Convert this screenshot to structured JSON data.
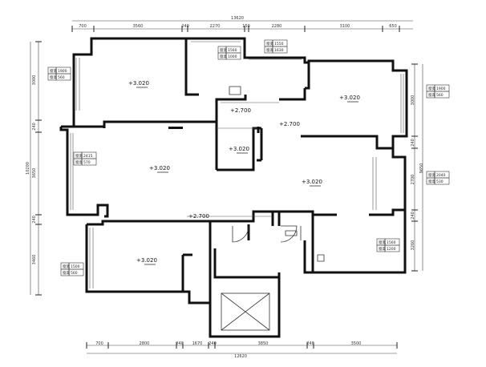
{
  "dimensions": {
    "top_total": "13620",
    "top": [
      "700",
      "3560",
      "240",
      "2270",
      "150",
      "2280",
      "3100",
      "650"
    ],
    "bottom_total": "12620",
    "bottom": [
      "700",
      "2800",
      "240",
      "1670",
      "240",
      "3850",
      "240",
      "3500"
    ],
    "left_total": "10200",
    "left": [
      "3000",
      "240",
      "3650",
      "240",
      "3460"
    ],
    "right_total": "9650",
    "right": [
      "3000",
      "240",
      "2700",
      "240",
      "3260"
    ]
  },
  "levels": {
    "room_tl": "+3.020",
    "room_tr": "+3.020",
    "room_ml": "+3.020",
    "room_center": "+3.020",
    "room_small": "+3.020",
    "room_bl": "+3.020",
    "corridor_a": "+2.700",
    "corridor_b": "+2.700",
    "corridor_c": "+2.700"
  },
  "window_tags": [
    {
      "id": "tag_tl",
      "w_label": "窗宽",
      "w": "1900",
      "h_label": "窗高",
      "h": "560"
    },
    {
      "id": "tag_ml",
      "w_label": "窗宽",
      "w": "2415",
      "h_label": "窗高",
      "h": "570"
    },
    {
      "id": "tag_bl",
      "w_label": "窗宽",
      "w": "1500",
      "h_label": "窗高",
      "h": "560"
    },
    {
      "id": "tag_top1",
      "w_label": "窗宽",
      "w": "1560",
      "h_label": "窗高",
      "h": "1000"
    },
    {
      "id": "tag_top2",
      "w_label": "窗宽",
      "w": "1550",
      "h_label": "窗高",
      "h": "1630"
    },
    {
      "id": "tag_tr",
      "w_label": "窗宽",
      "w": "1900",
      "h_label": "窗高",
      "h": "560"
    },
    {
      "id": "tag_mr",
      "w_label": "窗宽",
      "w": "2040",
      "h_label": "窗高",
      "h": "530"
    },
    {
      "id": "tag_br",
      "w_label": "窗宽",
      "w": "1560",
      "h_label": "窗高",
      "h": "1200"
    }
  ]
}
